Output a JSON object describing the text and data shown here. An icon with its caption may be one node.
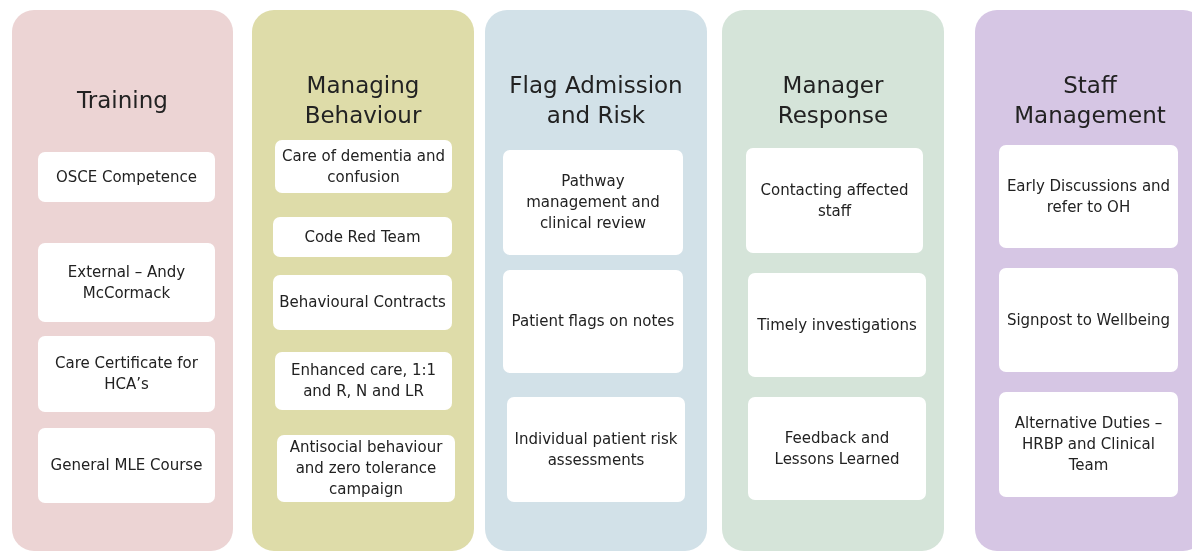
{
  "diagram": {
    "nodes": [
      {
        "text": [
          "Training"
        ]
      },
      {
        "text": [
          "OSCE Competence"
        ],
        "in": 0
      },
      {
        "text": [
          "External – Andy McCormack"
        ],
        "in": 0
      },
      {
        "text": [
          "Care Certificate for HCA’s"
        ],
        "in": 0
      },
      {
        "text": [
          "General MLE Course"
        ],
        "in": 0
      },
      {
        "text": [
          "Managing Behaviour"
        ]
      },
      {
        "text": [
          "Care of dementia and confusion"
        ],
        "in": 5
      },
      {
        "text": [
          "Code Red Team"
        ],
        "in": 5
      },
      {
        "text": [
          "Behavioural Contracts"
        ],
        "in": 5
      },
      {
        "text": [
          "Enhanced care, 1:1 and R, N and LR"
        ],
        "in": 5
      },
      {
        "text": [
          "Antisocial behaviour and zero tolerance campaign"
        ],
        "in": 5
      },
      {
        "text": [
          "Flag Admission and Risk"
        ]
      },
      {
        "text": [
          "Pathway management and clinical review"
        ],
        "in": 11
      },
      {
        "text": [
          "Patient flags on notes"
        ],
        "in": 11
      },
      {
        "text": [
          "Individual patient risk assessments"
        ],
        "in": 11
      },
      {
        "text": [
          "Manager Response"
        ]
      },
      {
        "text": [
          "Contacting affected staff"
        ],
        "in": 15
      },
      {
        "text": [
          "Timely investigations"
        ],
        "in": 15
      },
      {
        "text": [
          "Feedback and Lessons Learned"
        ],
        "in": 15
      },
      {
        "text": [
          "Staff Management"
        ]
      },
      {
        "text": [
          "Early Discussions and refer to OH"
        ],
        "in": 19
      },
      {
        "text": [
          "Signpost to Wellbeing"
        ],
        "in": 19
      },
      {
        "text": [
          "Alternative Duties – HRBP and Clinical Team"
        ],
        "in": 19
      }
    ]
  }
}
